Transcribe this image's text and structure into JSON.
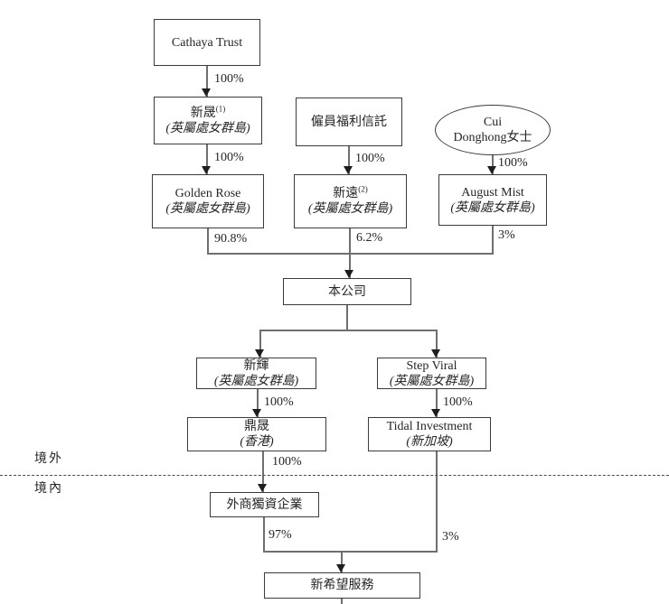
{
  "diagram_type": "corporate-shareholding-structure",
  "nodes": {
    "cathaya_trust": {
      "label": "Cathaya Trust"
    },
    "xinsheng": {
      "label": "新晟",
      "sup": "(1)",
      "location": "(英屬處女群島)"
    },
    "employee_trust": {
      "label": "僱員福利信託"
    },
    "cui_donghong": {
      "line1": "Cui",
      "line2": "Donghong女士"
    },
    "golden_rose": {
      "label": "Golden Rose",
      "location": "(英屬處女群島)"
    },
    "xinyuan": {
      "label": "新遠",
      "sup": "(2)",
      "location": "(英屬處女群島)"
    },
    "august_mist": {
      "label": "August Mist",
      "location": "(英屬處女群島)"
    },
    "company": {
      "label": "本公司"
    },
    "xinhui": {
      "label": "新輝",
      "location": "(英屬處女群島)"
    },
    "step_viral": {
      "label": "Step Viral",
      "location": "(英屬處女群島)"
    },
    "dingsheng": {
      "label": "鼎晟",
      "location": "(香港)"
    },
    "tidal_investment": {
      "label": "Tidal Investment",
      "location": "(新加坡)"
    },
    "wfoe": {
      "label": "外商獨資企業"
    },
    "new_hope_service": {
      "label": "新希望服務"
    }
  },
  "ownership_labels": {
    "cathaya_to_xinsheng": "100%",
    "xinsheng_to_golden_rose": "100%",
    "employee_trust_to_xinyuan": "100%",
    "cui_to_august_mist": "100%",
    "golden_rose_to_company": "90.8%",
    "xinyuan_to_company": "6.2%",
    "august_mist_to_company": "3%",
    "xinhui_to_dingsheng": "100%",
    "step_viral_to_tidal": "100%",
    "dingsheng_to_wfoe": "100%",
    "wfoe_to_new_hope": "97%",
    "tidal_to_new_hope": "3%"
  },
  "regions": {
    "offshore": "境外",
    "onshore": "境內"
  }
}
